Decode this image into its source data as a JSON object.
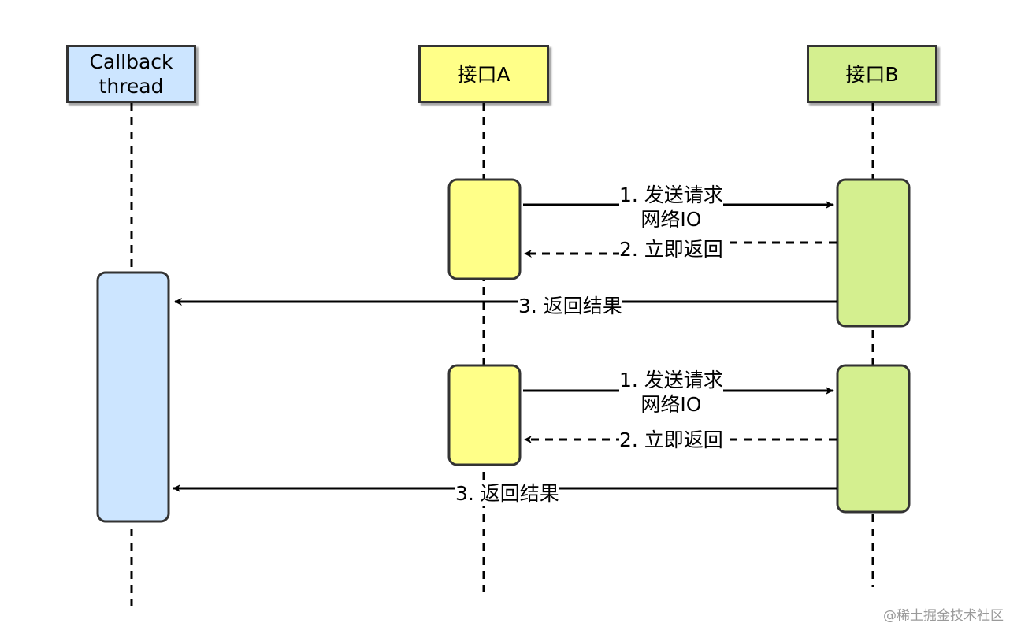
{
  "participants": {
    "callback": {
      "line1": "Callback",
      "line2": "thread",
      "color": "#cce5ff"
    },
    "a": {
      "label": "接口A",
      "color": "#ffff88"
    },
    "b": {
      "label": "接口B",
      "color": "#d4ef8f"
    }
  },
  "messages": {
    "m1_send": {
      "line1": "1. 发送请求",
      "line2": "网络IO"
    },
    "m1_return": {
      "text": "2. 立即返回"
    },
    "m1_result": {
      "text": "3. 返回结果"
    },
    "m2_send": {
      "line1": "1. 发送请求",
      "line2": "网络IO"
    },
    "m2_return": {
      "text": "2. 立即返回"
    },
    "m2_result": {
      "text": "3. 返回结果"
    }
  },
  "watermark": "@稀土掘金技术社区",
  "colors": {
    "stroke": "#333333",
    "arrow": "#000000"
  }
}
